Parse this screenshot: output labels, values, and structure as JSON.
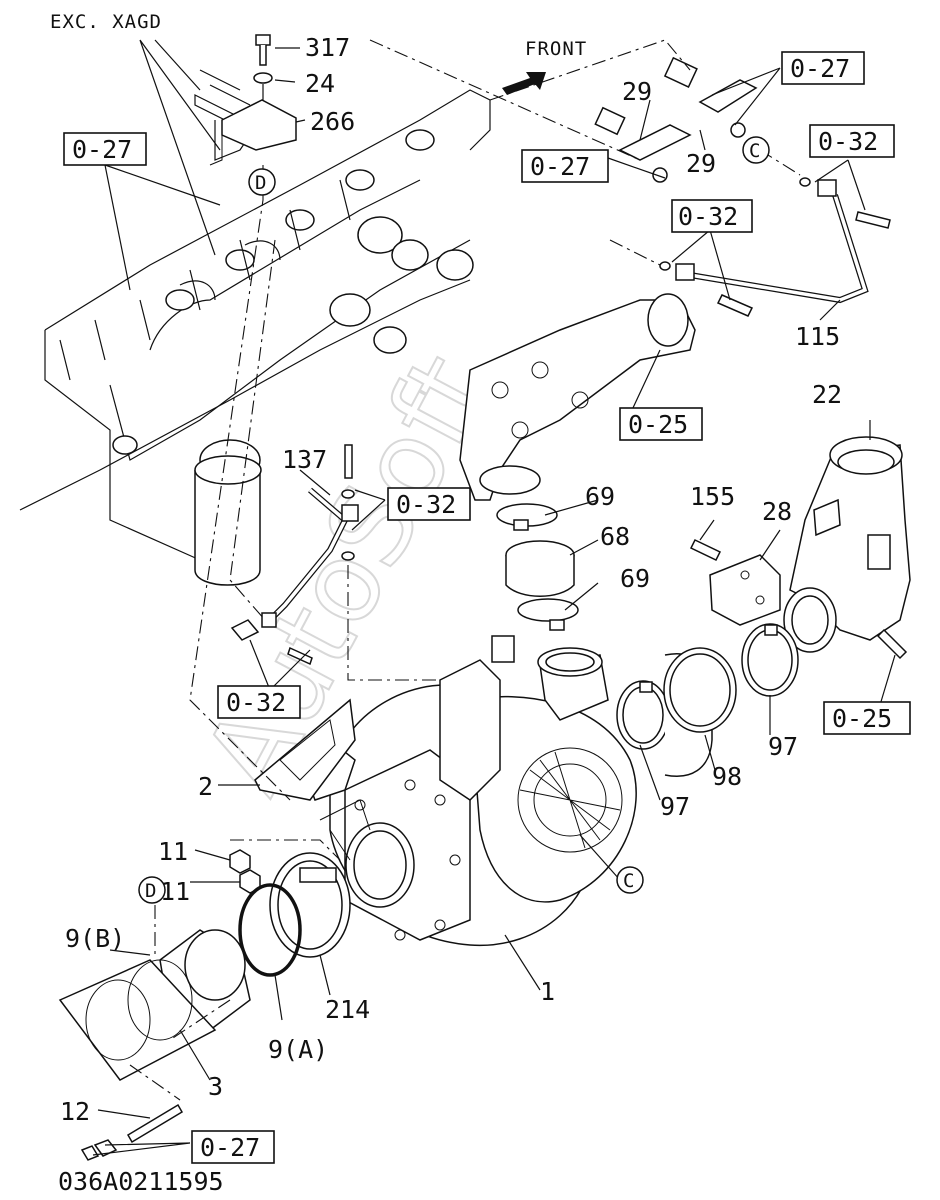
{
  "header": {
    "variant_label": "EXC. XAGD",
    "front_label": "FRONT"
  },
  "watermark": "AutoSoft",
  "drawing_id": "036A0211595",
  "callouts": {
    "c317": "317",
    "c24": "24",
    "c266": "266",
    "c29a": "29",
    "c29b": "29",
    "c115": "115",
    "c22": "22",
    "c137": "137",
    "c69a": "69",
    "c68": "68",
    "c69b": "69",
    "c155": "155",
    "c28": "28",
    "c2": "2",
    "c97a": "97",
    "c98": "98",
    "c97b": "97",
    "c11a": "11",
    "c11b": "11",
    "c9b": "9(B)",
    "c214": "214",
    "c1": "1",
    "c9a": "9(A)",
    "c3": "3",
    "c12": "12"
  },
  "boxed_refs": {
    "r027_top_right": "0-27",
    "r027_left": "0-27",
    "r027_mid": "0-27",
    "r032_top_right": "0-32",
    "r032_pipe": "0-32",
    "r025_hose": "0-25",
    "r032_137": "0-32",
    "r032_left": "0-32",
    "r025_right": "0-25",
    "r027_bottom": "0-27"
  },
  "circle_refs": {
    "c_right": "C",
    "c_bottom": "C",
    "d_top": "D",
    "d_bottom": "D"
  }
}
